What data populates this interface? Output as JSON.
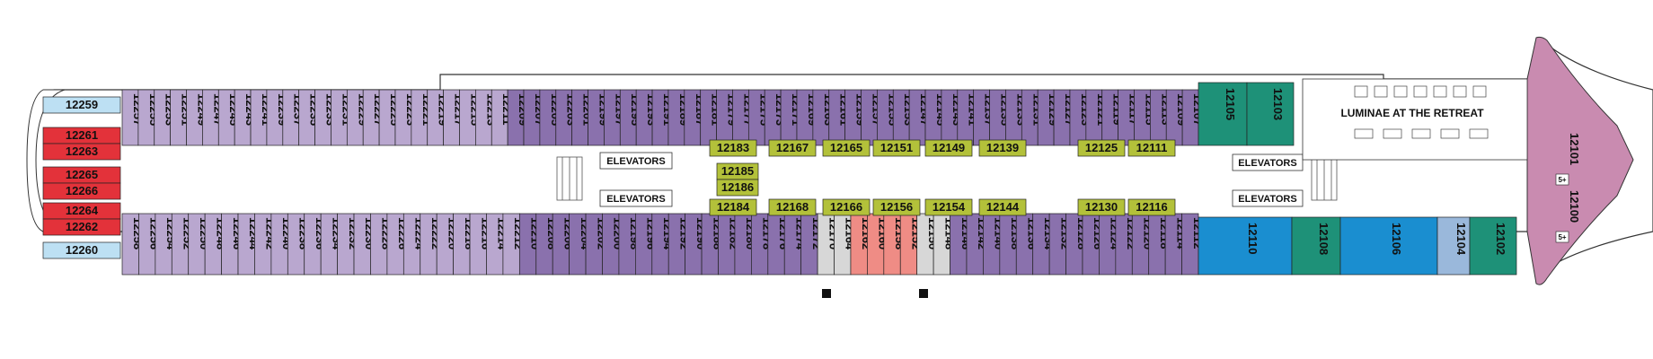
{
  "colors": {
    "lilac": "#b9a7cf",
    "purple": "#8a71ad",
    "purple_dark": "#7a62a3",
    "red": "#e3323a",
    "lightblue": "#bde0f3",
    "teal": "#1e9178",
    "blue": "#1a8ed0",
    "steelblue": "#9ab8db",
    "salmon": "#ef8c85",
    "lightgray": "#d7d7d7",
    "lime": "#b3c13a",
    "pink": "#c98bb0",
    "corridor": "#ffffff",
    "outline": "#333333"
  },
  "labels": {
    "elevators": "ELEVATORS",
    "venue": "LUMINAE AT THE RETREAT",
    "suite_badge": "5+"
  },
  "cabins_top": [
    {
      "n": "12257",
      "c": "lilac"
    },
    {
      "n": "12255",
      "c": "lilac"
    },
    {
      "n": "12253",
      "c": "lilac"
    },
    {
      "n": "12251",
      "c": "lilac"
    },
    {
      "n": "12249",
      "c": "lilac"
    },
    {
      "n": "12247",
      "c": "lilac"
    },
    {
      "n": "12245",
      "c": "lilac"
    },
    {
      "n": "12243",
      "c": "lilac"
    },
    {
      "n": "12241",
      "c": "lilac"
    },
    {
      "n": "12239",
      "c": "lilac"
    },
    {
      "n": "12237",
      "c": "lilac"
    },
    {
      "n": "12235",
      "c": "lilac"
    },
    {
      "n": "12233",
      "c": "lilac"
    },
    {
      "n": "12231",
      "c": "lilac"
    },
    {
      "n": "12229",
      "c": "lilac"
    },
    {
      "n": "12227",
      "c": "lilac"
    },
    {
      "n": "12225",
      "c": "lilac"
    },
    {
      "n": "12223",
      "c": "lilac"
    },
    {
      "n": "12221",
      "c": "lilac"
    },
    {
      "n": "12219",
      "c": "lilac"
    },
    {
      "n": "12217",
      "c": "lilac"
    },
    {
      "n": "12215",
      "c": "lilac"
    },
    {
      "n": "12213",
      "c": "lilac"
    },
    {
      "n": "12211",
      "c": "lilac"
    },
    {
      "n": "12209",
      "c": "purple"
    },
    {
      "n": "12207",
      "c": "purple"
    },
    {
      "n": "12205",
      "c": "purple"
    },
    {
      "n": "12203",
      "c": "purple"
    },
    {
      "n": "12201",
      "c": "purple"
    },
    {
      "n": "12199",
      "c": "purple"
    },
    {
      "n": "12197",
      "c": "purple"
    },
    {
      "n": "12195",
      "c": "purple"
    },
    {
      "n": "12193",
      "c": "purple"
    },
    {
      "n": "12191",
      "c": "purple"
    },
    {
      "n": "12189",
      "c": "purple"
    },
    {
      "n": "12187",
      "c": "purple"
    },
    {
      "n": "12181",
      "c": "purple"
    },
    {
      "n": "12179",
      "c": "purple"
    },
    {
      "n": "12177",
      "c": "purple"
    },
    {
      "n": "12175",
      "c": "purple"
    },
    {
      "n": "12173",
      "c": "purple"
    },
    {
      "n": "12171",
      "c": "purple"
    },
    {
      "n": "12169",
      "c": "purple"
    },
    {
      "n": "12163",
      "c": "purple"
    },
    {
      "n": "12161",
      "c": "purple"
    },
    {
      "n": "12159",
      "c": "purple"
    },
    {
      "n": "12157",
      "c": "purple"
    },
    {
      "n": "12155",
      "c": "purple"
    },
    {
      "n": "12153",
      "c": "purple"
    },
    {
      "n": "12147",
      "c": "purple"
    },
    {
      "n": "12145",
      "c": "purple"
    },
    {
      "n": "12143",
      "c": "purple"
    },
    {
      "n": "12141",
      "c": "purple"
    },
    {
      "n": "12137",
      "c": "purple"
    },
    {
      "n": "12135",
      "c": "purple"
    },
    {
      "n": "12133",
      "c": "purple"
    },
    {
      "n": "12131",
      "c": "purple"
    },
    {
      "n": "12129",
      "c": "purple"
    },
    {
      "n": "12127",
      "c": "purple"
    },
    {
      "n": "12123",
      "c": "purple"
    },
    {
      "n": "12121",
      "c": "purple"
    },
    {
      "n": "12119",
      "c": "purple"
    },
    {
      "n": "12117",
      "c": "purple"
    },
    {
      "n": "12115",
      "c": "purple"
    },
    {
      "n": "12113",
      "c": "purple"
    },
    {
      "n": "12109",
      "c": "purple"
    },
    {
      "n": "12107",
      "c": "purple"
    }
  ],
  "cabins_bottom": [
    {
      "n": "12258",
      "c": "lilac"
    },
    {
      "n": "12256",
      "c": "lilac"
    },
    {
      "n": "12254",
      "c": "lilac"
    },
    {
      "n": "12252",
      "c": "lilac"
    },
    {
      "n": "12250",
      "c": "lilac"
    },
    {
      "n": "12248",
      "c": "lilac"
    },
    {
      "n": "12246",
      "c": "lilac"
    },
    {
      "n": "12244",
      "c": "lilac"
    },
    {
      "n": "12242",
      "c": "lilac"
    },
    {
      "n": "12240",
      "c": "lilac"
    },
    {
      "n": "12238",
      "c": "lilac"
    },
    {
      "n": "12236",
      "c": "lilac"
    },
    {
      "n": "12234",
      "c": "lilac"
    },
    {
      "n": "12232",
      "c": "lilac"
    },
    {
      "n": "12230",
      "c": "lilac"
    },
    {
      "n": "12228",
      "c": "lilac"
    },
    {
      "n": "12226",
      "c": "lilac"
    },
    {
      "n": "12224",
      "c": "lilac"
    },
    {
      "n": "12222",
      "c": "lilac"
    },
    {
      "n": "12220",
      "c": "lilac"
    },
    {
      "n": "12218",
      "c": "lilac"
    },
    {
      "n": "12216",
      "c": "lilac"
    },
    {
      "n": "12214",
      "c": "lilac"
    },
    {
      "n": "12212",
      "c": "lilac"
    },
    {
      "n": "12210",
      "c": "purple"
    },
    {
      "n": "12208",
      "c": "purple"
    },
    {
      "n": "12206",
      "c": "purple"
    },
    {
      "n": "12204",
      "c": "purple"
    },
    {
      "n": "12202",
      "c": "purple"
    },
    {
      "n": "12200",
      "c": "purple"
    },
    {
      "n": "12198",
      "c": "purple"
    },
    {
      "n": "12196",
      "c": "purple"
    },
    {
      "n": "12194",
      "c": "purple"
    },
    {
      "n": "12192",
      "c": "purple"
    },
    {
      "n": "12190",
      "c": "purple"
    },
    {
      "n": "12188",
      "c": "purple"
    },
    {
      "n": "12182",
      "c": "purple"
    },
    {
      "n": "12180",
      "c": "purple"
    },
    {
      "n": "12178",
      "c": "purple"
    },
    {
      "n": "12176",
      "c": "purple"
    },
    {
      "n": "12174",
      "c": "purple"
    },
    {
      "n": "12172",
      "c": "purple"
    },
    {
      "n": "12170",
      "c": "lightgray"
    },
    {
      "n": "12164",
      "c": "lightgray"
    },
    {
      "n": "12162",
      "c": "salmon"
    },
    {
      "n": "12160",
      "c": "salmon"
    },
    {
      "n": "12158",
      "c": "salmon"
    },
    {
      "n": "12152",
      "c": "salmon"
    },
    {
      "n": "12150",
      "c": "lightgray"
    },
    {
      "n": "12148",
      "c": "lightgray"
    },
    {
      "n": "12146",
      "c": "purple"
    },
    {
      "n": "12142",
      "c": "purple"
    },
    {
      "n": "12140",
      "c": "purple"
    },
    {
      "n": "12138",
      "c": "purple"
    },
    {
      "n": "12136",
      "c": "purple"
    },
    {
      "n": "12134",
      "c": "purple"
    },
    {
      "n": "12132",
      "c": "purple"
    },
    {
      "n": "12128",
      "c": "purple"
    },
    {
      "n": "12126",
      "c": "purple"
    },
    {
      "n": "12124",
      "c": "purple"
    },
    {
      "n": "12122",
      "c": "purple"
    },
    {
      "n": "12120",
      "c": "purple"
    },
    {
      "n": "12118",
      "c": "purple"
    },
    {
      "n": "12114",
      "c": "purple"
    },
    {
      "n": "12112",
      "c": "purple"
    }
  ],
  "stern_cabins": [
    {
      "n": "12259",
      "c": "lightblue"
    },
    {
      "n": "12261",
      "c": "red"
    },
    {
      "n": "12263",
      "c": "red"
    },
    {
      "n": "12265",
      "c": "red"
    },
    {
      "n": "12266",
      "c": "red"
    },
    {
      "n": "12264",
      "c": "red"
    },
    {
      "n": "12262",
      "c": "red"
    },
    {
      "n": "12260",
      "c": "lightblue"
    }
  ],
  "inner_cabins": [
    {
      "n": "12183"
    },
    {
      "n": "12167"
    },
    {
      "n": "12165"
    },
    {
      "n": "12151"
    },
    {
      "n": "12149"
    },
    {
      "n": "12139"
    },
    {
      "n": "12125"
    },
    {
      "n": "12111"
    },
    {
      "n": "12185"
    },
    {
      "n": "12186"
    },
    {
      "n": "12184"
    },
    {
      "n": "12168"
    },
    {
      "n": "12166"
    },
    {
      "n": "12156"
    },
    {
      "n": "12154"
    },
    {
      "n": "12144"
    },
    {
      "n": "12130"
    },
    {
      "n": "12116"
    }
  ],
  "suites": [
    {
      "n": "12105",
      "c": "teal"
    },
    {
      "n": "12103",
      "c": "teal"
    },
    {
      "n": "12110",
      "c": "blue"
    },
    {
      "n": "12108",
      "c": "teal"
    },
    {
      "n": "12106",
      "c": "blue"
    },
    {
      "n": "12104",
      "c": "steelblue"
    },
    {
      "n": "12102",
      "c": "teal"
    },
    {
      "n": "12101",
      "c": "pink"
    },
    {
      "n": "12100",
      "c": "pink"
    }
  ]
}
